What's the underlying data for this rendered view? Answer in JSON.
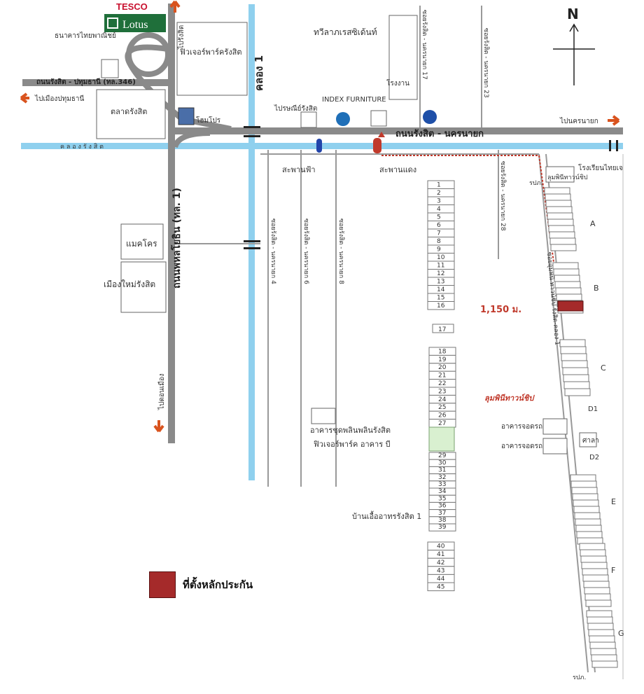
{
  "map": {
    "north_label": "N",
    "brands": {
      "tesco": "TESCO",
      "lotus": "Lotus"
    },
    "roads": {
      "main_road": "ถนนรังสิต - นครนายก",
      "pathum_road": "ถนนรังสิต - ปทุมธานี (ทล.346)",
      "phahon_road": "ถนนพหลโยธิน (ทล. 1)",
      "khlong_1": "คลอง 1",
      "khlong_rangsit": "ค ล อ ง รั ง สิ ต",
      "to_pathum": "ไปเมืองปทุมธานี",
      "to_nakhon_nayok": "ไปนครนายก",
      "to_don_mueang": "ไปดอนเมือง",
      "to_rangsit_top": "ไปรังสิต"
    },
    "sois": {
      "soi_17": "ซอยรังสิต - นครนายก 17",
      "soi_23": "ซอยรังสิต - นครนายก 23",
      "soi_28": "ซอยรังสิต - นครนายก 28",
      "soi_4": "ซอยรังสิต - นครนายก 4",
      "soi_6": "ซอยรังสิต - นครนายก 6",
      "soi_8": "ซอยรังสิต - นครนายก 8",
      "soi_lumpini": "ซอยอุมพินี ทาวน์ชิป รังสิต-คลอง 1"
    },
    "landmarks": {
      "bank": "ธนาคารไทยพาณิชย์",
      "future_park": "ฟิวเจอร์พาร์ครังสิต",
      "market": "ตลาดรังสิต",
      "homepro": "โฮมโปร",
      "thiwa": "ทวีลาภเรสซิเด้นท์",
      "factory": "โรงงาน",
      "index": "INDEX FURNITURE",
      "post_office": "ไปรษณีย์รังสิต",
      "to_nakhon_nayok_bridge": "สะพานฟ้า",
      "red_bridge": "สะพานแดง",
      "makro": "แมคโคร",
      "muang_mai": "เมืองใหม่รังสิต",
      "lumpini_sign": "ลุมพินีทาวน์ชิป",
      "school": "โรงเรียนไทยเจ",
      "lumpini_office": "ลุมพินีทาวน์ชิป",
      "building_a": "อาคารจอดรถ",
      "building_b": "อาคารจอดรถ",
      "sala": "ศาลา",
      "condo_1": "อาคารชุดพลินพลินรังสิต",
      "condo_2": "ฟิวเจอร์พาร์ค อาคาร บี",
      "village": "บ้านเอื้ออาทรรังสิต 1",
      "rapho_1": "รปภ.",
      "rapho_2": "รปภ."
    },
    "distance": "1,150 ม.",
    "zones": [
      "A",
      "B",
      "C",
      "D1",
      "D2",
      "E",
      "F",
      "G"
    ],
    "row_numbers_top": [
      "1",
      "2",
      "3",
      "4",
      "5",
      "6",
      "7",
      "8",
      "9",
      "10",
      "11",
      "12",
      "13",
      "14",
      "15",
      "16"
    ],
    "row_17": "17",
    "row_numbers_mid": [
      "18",
      "19",
      "20",
      "21",
      "22",
      "23",
      "24",
      "25",
      "26",
      "27"
    ],
    "row_numbers_lower": [
      "29",
      "30",
      "31",
      "32",
      "33",
      "34",
      "35",
      "36",
      "37",
      "38",
      "39"
    ],
    "row_numbers_bottom": [
      "40",
      "41",
      "42",
      "43",
      "44",
      "45"
    ],
    "colors": {
      "canal": "#8fd0ee",
      "road": "#8a8a8a",
      "route": "#c0392b",
      "collateral": "#a52a2a"
    }
  },
  "legend": {
    "label": "ที่ตั้งหลักประกัน"
  }
}
